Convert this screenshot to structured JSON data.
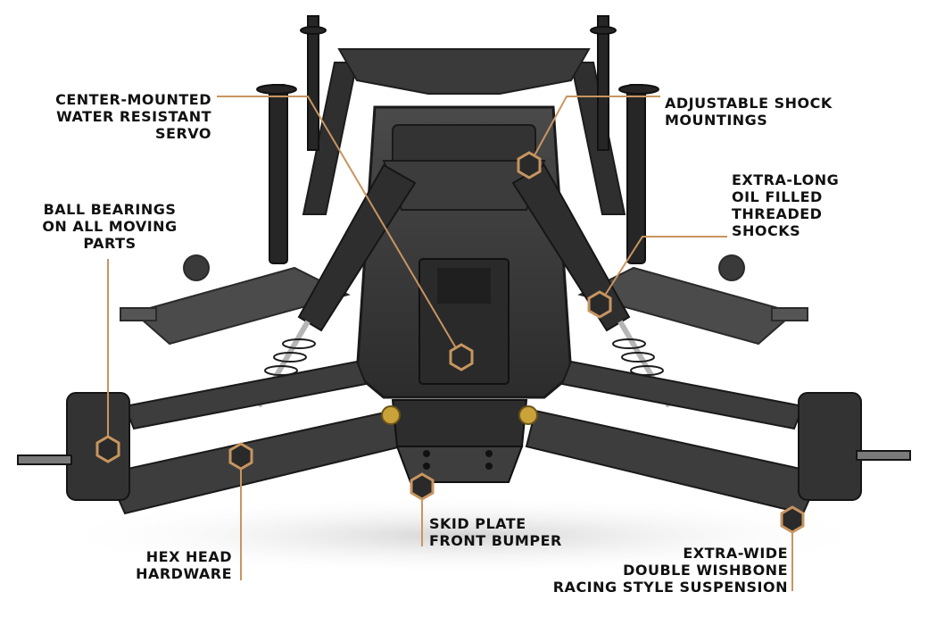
{
  "colors": {
    "callout": "#c89560",
    "callout_fill": "#2a2a2a",
    "chassis": "#3b3b3b",
    "chassis_dark": "#1f1f1f",
    "chassis_light": "#5c5c5c",
    "metal": "#a9a9a9",
    "brass": "#c9a23a",
    "text": "#111111",
    "shadow": "#d6d6d6"
  },
  "callouts": {
    "servo": {
      "lines": [
        "CENTER-MOUNTED",
        "WATER RESISTANT",
        "SERVO"
      ],
      "icon": "hex-bolt-icon"
    },
    "shock_mount": {
      "lines": [
        "ADJUSTABLE SHOCK",
        "MOUNTINGS"
      ],
      "icon": "hex-bolt-icon"
    },
    "shocks": {
      "lines": [
        "EXTRA-LONG",
        "OIL FILLED",
        "THREADED",
        "SHOCKS"
      ],
      "icon": "hex-bolt-icon"
    },
    "bearings": {
      "lines": [
        "BALL BEARINGS",
        "ON ALL MOVING",
        "PARTS"
      ],
      "icon": "hex-bolt-icon"
    },
    "hardware": {
      "lines": [
        "HEX HEAD",
        "HARDWARE"
      ],
      "icon": "hex-bolt-icon"
    },
    "skid_plate": {
      "lines": [
        "SKID PLATE",
        "FRONT BUMPER"
      ],
      "icon": "hex-bolt-icon"
    },
    "suspension": {
      "lines": [
        "EXTRA-WIDE",
        "DOUBLE WISHBONE",
        "RACING STYLE SUSPENSION"
      ],
      "icon": "hex-bolt-icon"
    }
  }
}
